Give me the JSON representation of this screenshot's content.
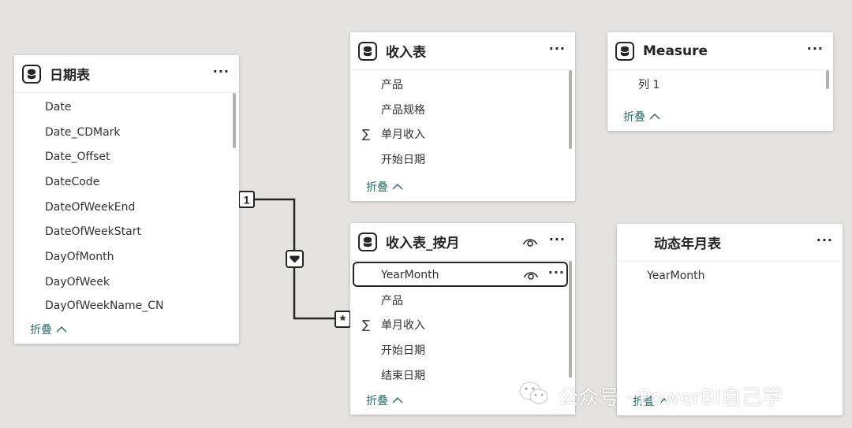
{
  "tables": {
    "date_table": {
      "title": "日期表",
      "fields": [
        "Date",
        "Date_CDMark",
        "Date_Offset",
        "DateCode",
        "DateOfWeekEnd",
        "DateOfWeekStart",
        "DayOfMonth",
        "DayOfWeek",
        "DayOfWeekName_CN"
      ],
      "collapse": "折叠"
    },
    "income": {
      "title": "收入表",
      "fields": [
        "产品",
        "产品规格",
        "单月收入",
        "开始日期"
      ],
      "collapse": "折叠"
    },
    "measure": {
      "title": "Measure",
      "fields": [
        "列 1"
      ],
      "collapse": "折叠"
    },
    "income_monthly": {
      "title": "收入表_按月",
      "fields": [
        "YearMonth",
        "产品",
        "单月收入",
        "开始日期",
        "结束日期"
      ],
      "collapse": "折叠"
    },
    "dynamic_ym": {
      "title": "动态年月表",
      "fields": [
        "YearMonth"
      ],
      "collapse": "折叠"
    }
  },
  "more_label": "···",
  "relationship": {
    "one_label": "1",
    "many_label": "*"
  },
  "sigma_symbol": "∑",
  "watermark": "公众号 · PowerBI自己学",
  "colors": {
    "canvas": "#e4e3e1",
    "accent": "#2d6f6d",
    "line": "#252423"
  }
}
